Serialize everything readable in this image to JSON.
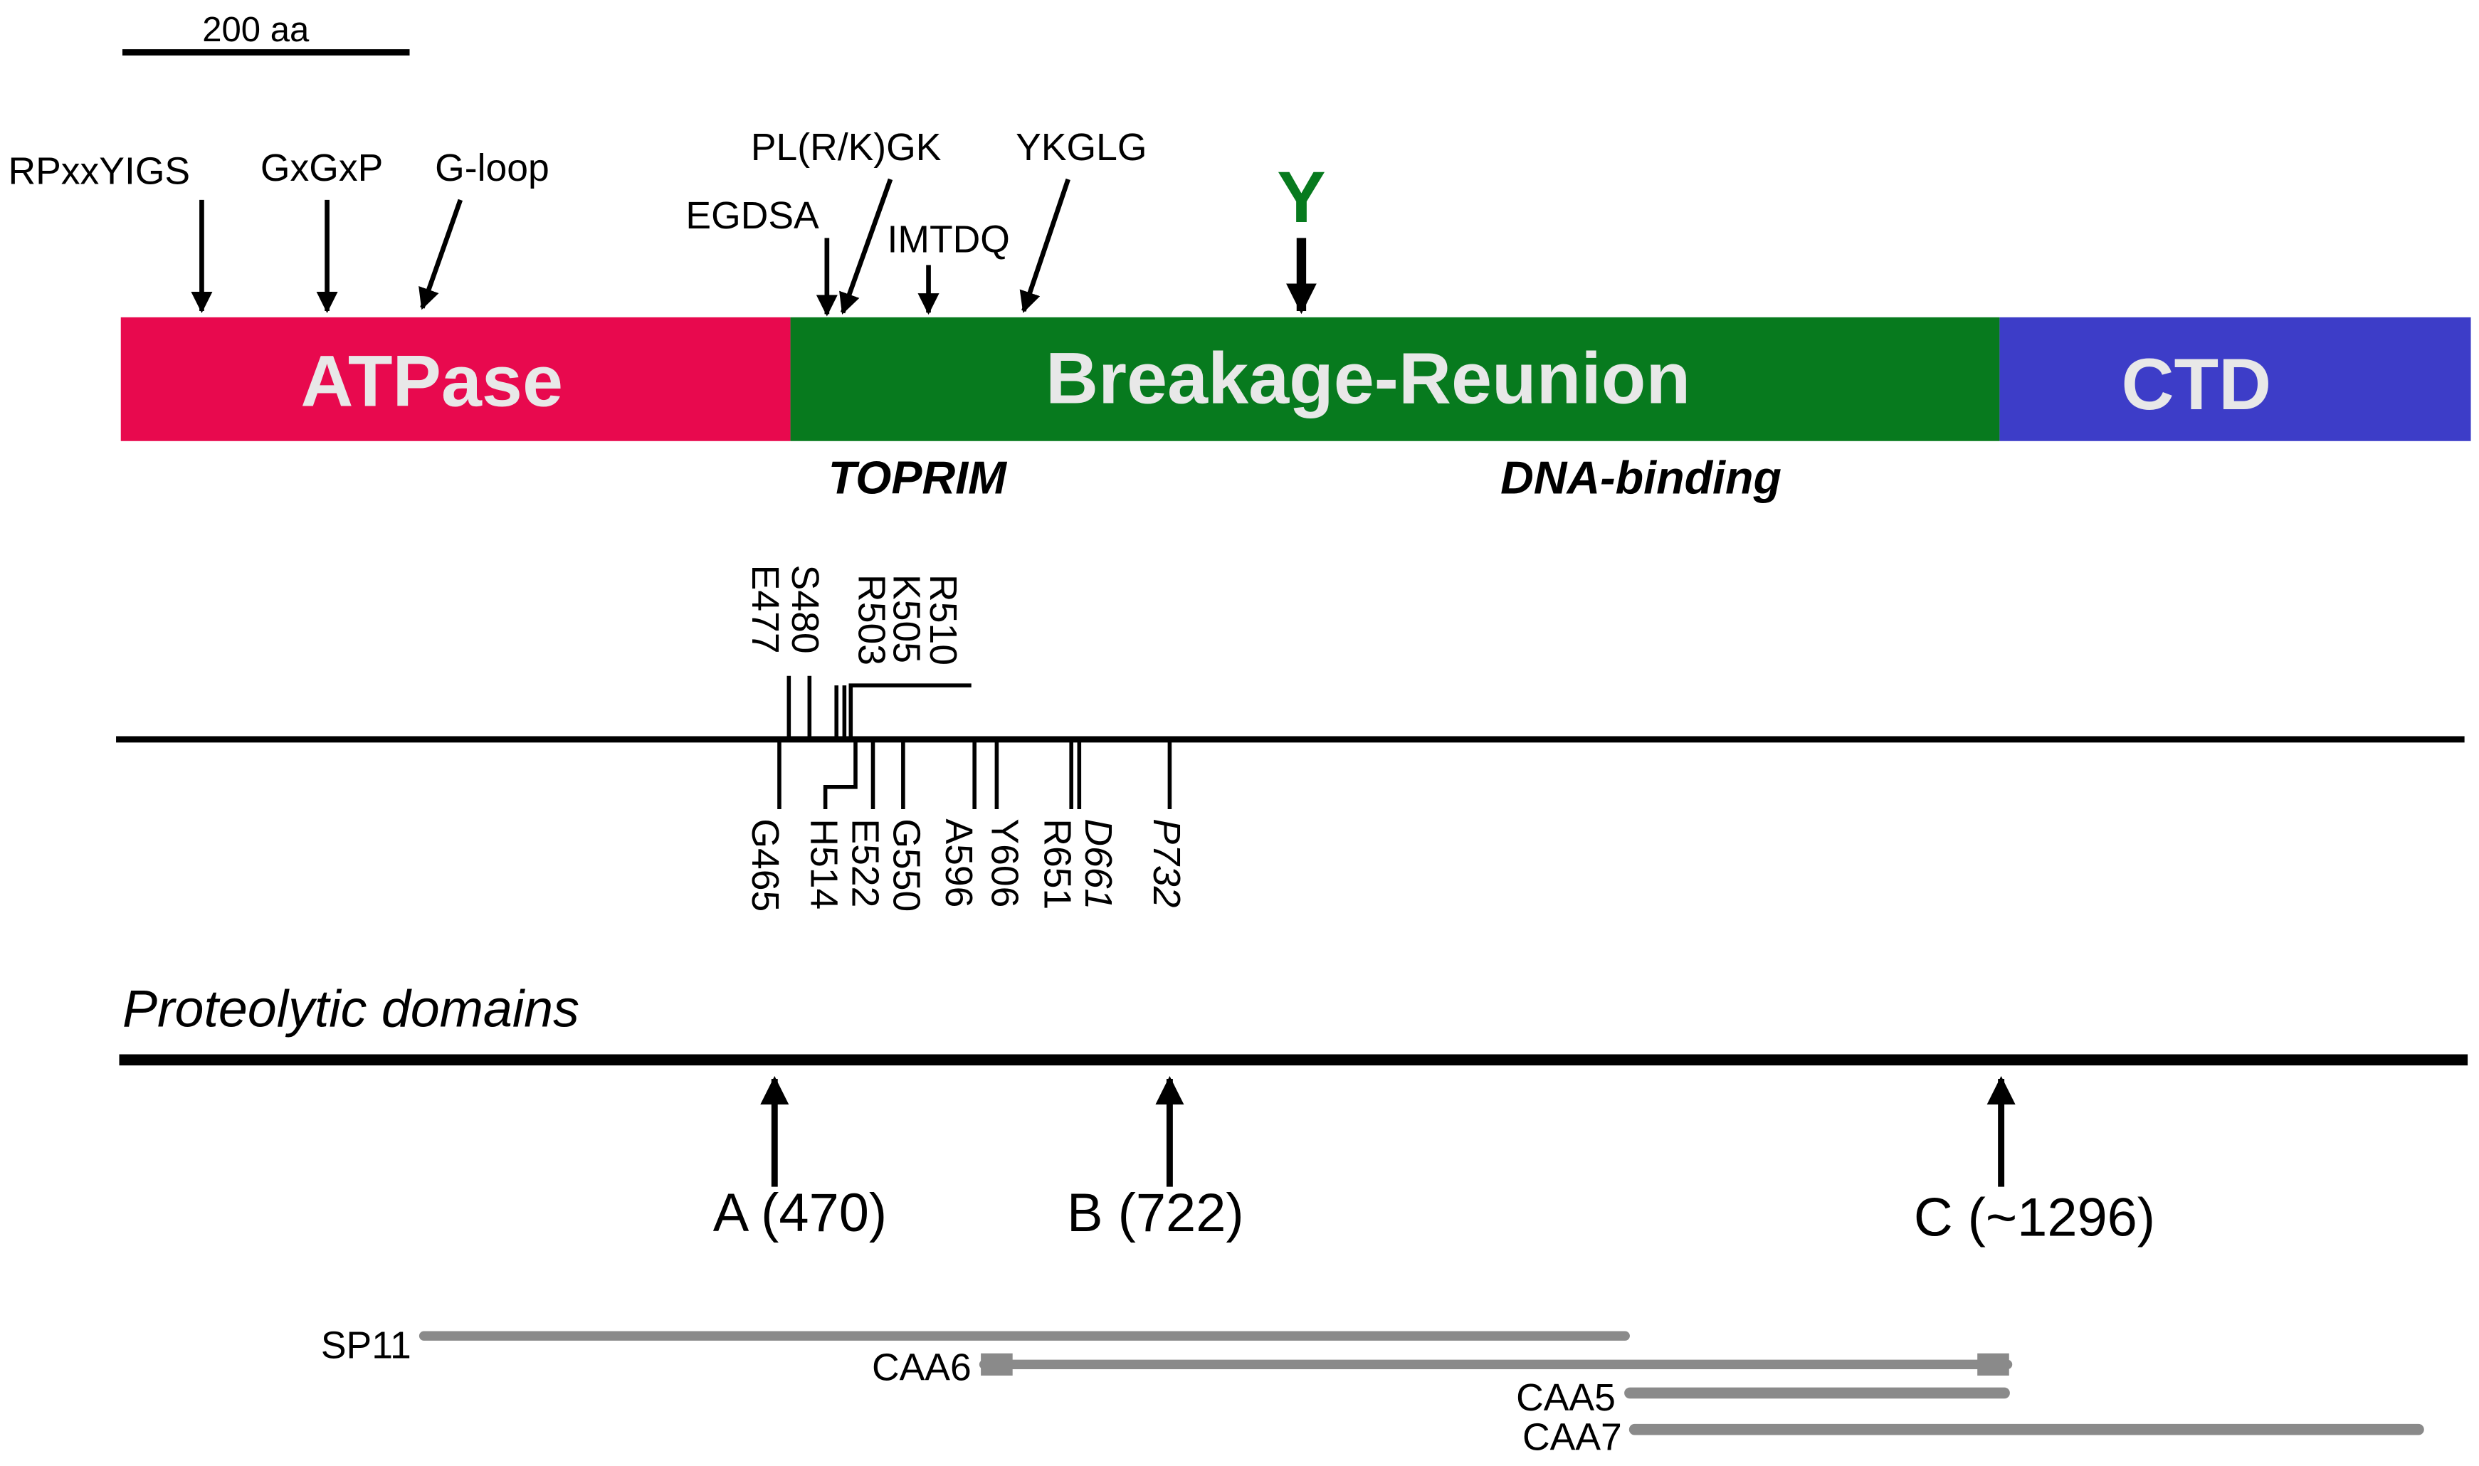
{
  "scale_bar": {
    "label": "200 aa"
  },
  "motifs": {
    "rpxxyigs": "RPxxYIGS",
    "gxgxp": "GxGxP",
    "g_loop": "G-loop",
    "egdsa": "EGDSA",
    "plrkgk": "PL(R/K)GK",
    "imtdq": "IMTDQ",
    "ykglg": "YKGLG",
    "active_tyr": "Y"
  },
  "domains": {
    "atpase": "ATPase",
    "breakage_reunion": "Breakage-Reunion",
    "ctd": "CTD"
  },
  "subdomains": {
    "toprim": "TOPRIM",
    "dna_binding": "DNA-binding"
  },
  "residues_above": {
    "e477": "E477",
    "s480": "S480",
    "r503": "R503",
    "k505": "K505",
    "r510": "R510"
  },
  "residues_below": {
    "g465": "G465",
    "h514": "H514",
    "e522": "E522",
    "g550": "G550",
    "a596": "A596",
    "y606": "Y606",
    "r651": "R651",
    "d661": "D661",
    "p732": "P732"
  },
  "proteolytic": {
    "title": "Proteolytic domains",
    "site_a": "A (470)",
    "site_b": "B (722)",
    "site_c": "C (~1296)"
  },
  "constructs": {
    "sp11": "SP11",
    "caa6": "CAA6",
    "caa5": "CAA5",
    "caa7": "CAA7"
  },
  "colors": {
    "atpase": "#e8094e",
    "breakage_reunion": "#077a1e",
    "ctd": "#3d3dc8",
    "tyrosine": "#077a1e",
    "construct": "#8a8a8a",
    "ink": "#000000",
    "domain_text": "#e8e8e8"
  }
}
